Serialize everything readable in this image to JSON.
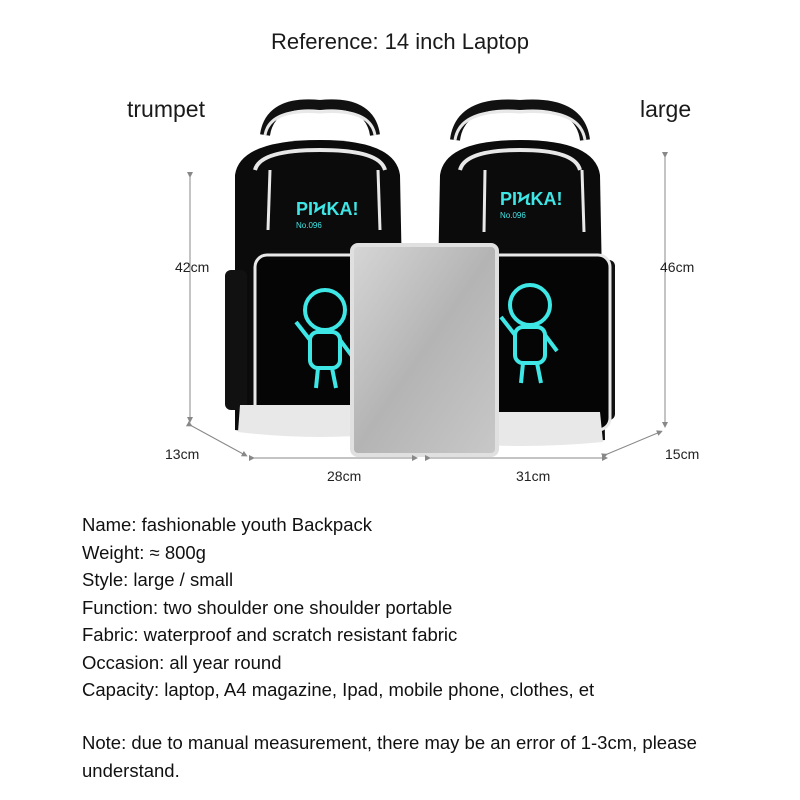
{
  "header": {
    "title": "Reference: 14 inch Laptop",
    "left_label": "trumpet",
    "right_label": "large"
  },
  "dimensions": {
    "left_height": "42cm",
    "right_height": "46cm",
    "left_depth": "13cm",
    "right_depth": "15cm",
    "left_width": "28cm",
    "right_width": "31cm"
  },
  "product": {
    "brand_print": "PIϞKA!",
    "model_print": "No.096"
  },
  "specs": [
    "Name: fashionable youth Backpack",
    "Weight: ≈ 800g",
    "Style: large / small",
    "Function: two shoulder one shoulder portable",
    "Fabric: waterproof and scratch resistant fabric",
    "Occasion: all year round",
    "Capacity: laptop, A4 magazine, Ipad, mobile phone, clothes, et"
  ],
  "note": "Note: due to manual measurement, there may be an error of 1-3cm, please understand.",
  "colors": {
    "bag": "#0b0b0b",
    "trim": "#e8e8e8",
    "glow": "#3fe6e6",
    "laptop": "#bdbdbd",
    "dimension_line": "#888888"
  }
}
